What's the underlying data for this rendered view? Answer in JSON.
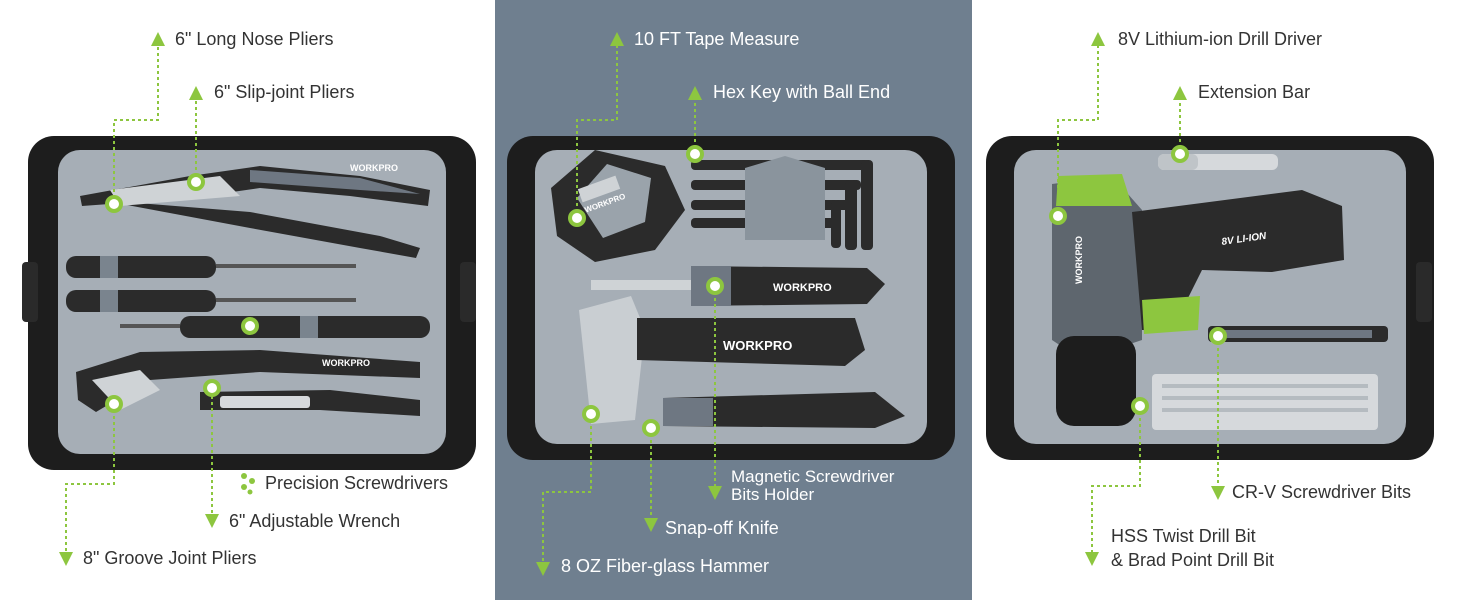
{
  "left_panel": {
    "brand": "WORKPRO",
    "labels": {
      "long_nose_pliers": "6\" Long Nose Pliers",
      "slip_joint_pliers": "6\" Slip-joint Pliers",
      "precision_screwdrivers": "Precision Screwdrivers",
      "adjustable_wrench": "6\" Adjustable Wrench",
      "groove_joint_pliers": "8\" Groove Joint Pliers"
    }
  },
  "middle_panel": {
    "brand": "WORKPRO",
    "labels": {
      "tape_measure": "10 FT Tape Measure",
      "hex_key": "Hex Key with Ball End",
      "bits_holder_line1": "Magnetic Screwdriver",
      "bits_holder_line2": "Bits Holder",
      "snap_off_knife": "Snap-off Knife",
      "hammer": "8 OZ Fiber-glass Hammer"
    }
  },
  "right_panel": {
    "drill_marking": "8V LI-ION",
    "brand": "WORKPRO",
    "labels": {
      "drill_driver": "8V Lithium-ion Drill Driver",
      "extension_bar": "Extension Bar",
      "screwdriver_bits": "CR-V Screwdriver Bits",
      "drill_bits_line1": "HSS Twist Drill Bit",
      "drill_bits_line2": "& Brad Point Drill Bit"
    }
  },
  "colors": {
    "accent_green": "#8dc63f",
    "case_black": "#1d1d1d",
    "tray_gray": "#a6aeb6",
    "panel_gray": "#6f7f8f"
  }
}
